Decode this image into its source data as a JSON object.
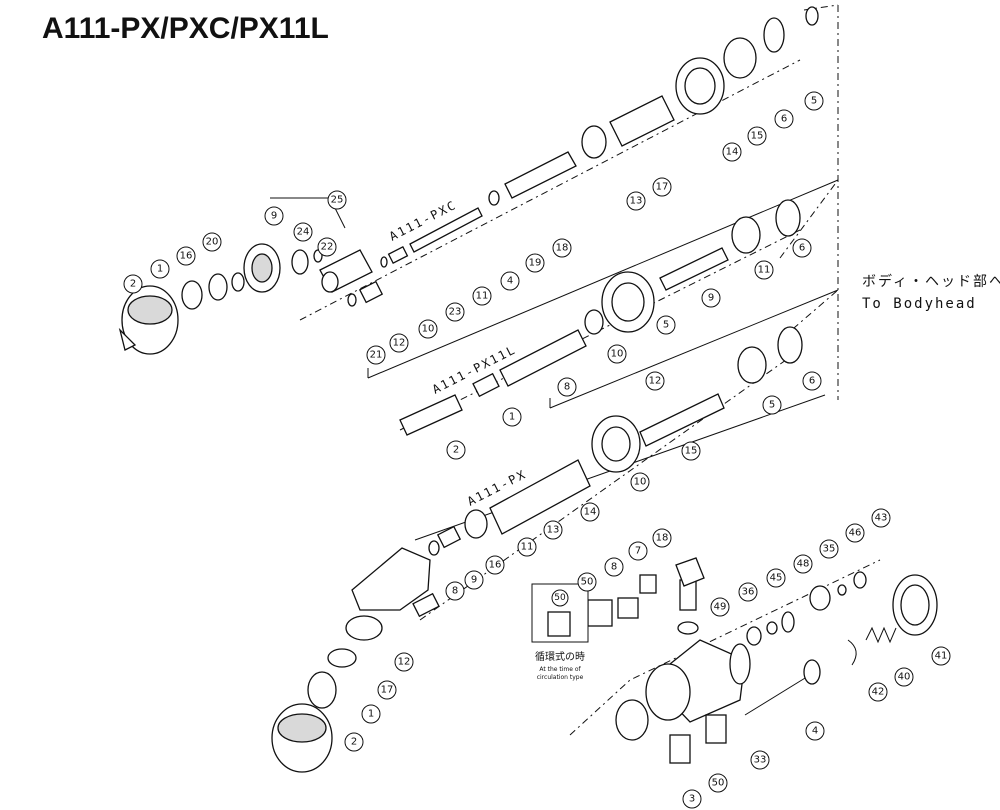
{
  "title": "A111-PX/PXC/PX11L",
  "assemblies": {
    "pxc": "A111-PXC",
    "px11l": "A111-PX11L",
    "px": "A111-PX"
  },
  "to_bodyhead": {
    "japanese": "ボディ・ヘッド部へ",
    "english": "To Bodyhead"
  },
  "circulation_note": {
    "japanese": "循環式の時",
    "english_line1": "At the time of",
    "english_line2": "circulation type",
    "part": "50"
  },
  "callouts": [
    "5",
    "6",
    "15",
    "14",
    "17",
    "13",
    "18",
    "19",
    "25",
    "4",
    "11",
    "23",
    "10",
    "12",
    "21",
    "22",
    "24",
    "9",
    "20",
    "16",
    "1",
    "2",
    "6",
    "11",
    "9",
    "5",
    "10",
    "12",
    "8",
    "1",
    "2",
    "6",
    "5",
    "15",
    "10",
    "14",
    "13",
    "11",
    "18",
    "16",
    "9",
    "8",
    "12",
    "17",
    "1",
    "2",
    "7",
    "8",
    "50",
    "49",
    "36",
    "45",
    "48",
    "35",
    "46",
    "43",
    "41",
    "40",
    "42",
    "4",
    "33",
    "50",
    "3"
  ]
}
